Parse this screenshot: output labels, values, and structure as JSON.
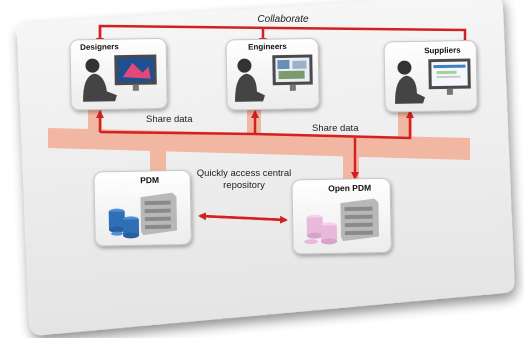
{
  "diagram": {
    "collaborate_label": "Collaborate",
    "share_data_left": "Share data",
    "share_data_right": "Share data",
    "access_label_line1": "Quickly access central",
    "access_label_line2": "repository",
    "nodes": {
      "designers": "Designers",
      "engineers": "Engineers",
      "suppliers": "Suppliers",
      "pdm": "PDM",
      "open_pdm": "Open PDM"
    },
    "colors": {
      "arrow_red": "#d42020",
      "bus_pink": "#f2b7a3",
      "card_bg": "#ffffff",
      "board_bg": "#eeeeee",
      "storage_blue": "#2f6fb8",
      "storage_pink": "#e9b9dc",
      "server_gray": "#b8b8b8"
    }
  }
}
